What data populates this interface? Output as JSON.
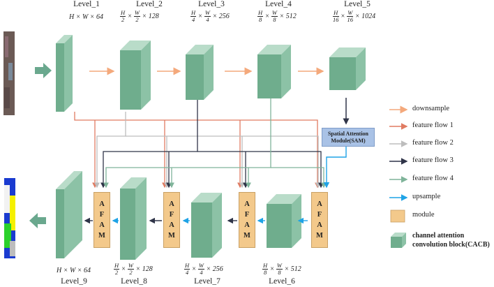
{
  "levels": {
    "l1": "Level_1",
    "l2": "Level_2",
    "l3": "Level_3",
    "l4": "Level_4",
    "l5": "Level_5",
    "l6": "Level_6",
    "l7": "Level_7",
    "l8": "Level_8",
    "l9": "Level_9"
  },
  "dims": {
    "d1": {
      "plain": "H × W × 64"
    },
    "d2": {
      "hn": "H",
      "hd": "2",
      "wn": "W",
      "wd": "2",
      "c": "× 128"
    },
    "d3": {
      "hn": "H",
      "hd": "4",
      "wn": "W",
      "wd": "4",
      "c": "× 256"
    },
    "d4": {
      "hn": "H",
      "hd": "8",
      "wn": "W",
      "wd": "8",
      "c": "× 512"
    },
    "d5": {
      "hn": "H",
      "hd": "16",
      "wn": "W",
      "wd": "16",
      "c": "× 1024"
    },
    "d9": {
      "plain": "H × W × 64"
    },
    "d8": {
      "hn": "H",
      "hd": "2",
      "wn": "W",
      "wd": "2",
      "c": "× 128"
    },
    "d7": {
      "hn": "H",
      "hd": "4",
      "wn": "W",
      "wd": "4",
      "c": "× 256"
    },
    "d6": {
      "hn": "H",
      "hd": "8",
      "wn": "W",
      "wd": "8",
      "c": "× 512"
    }
  },
  "module_letters": [
    "A",
    "F",
    "A",
    "M"
  ],
  "sam": {
    "line1": "Spatial Attention",
    "line2": "Module(SAM)"
  },
  "legend": {
    "downsample": "downsample",
    "flow1": "feature flow 1",
    "flow2": "feature flow 2",
    "flow3": "feature flow 3",
    "flow4": "feature flow 4",
    "upsample": "upsample",
    "module": "module",
    "cacb_line1": "channel attention",
    "cacb_line2": "convolution block(CACB)"
  },
  "colors": {
    "downsample": "#f4a97c",
    "flow1": "#e07b62",
    "flow2": "#bdbdbd",
    "flow3": "#2f3448",
    "flow4": "#7fb49a",
    "upsample": "#1fa3e6",
    "module": "#f3c98b",
    "block_front": "#6fad8d",
    "block_top": "#b9dcc9",
    "block_side": "#8cc2a6",
    "big_arrow": "#6aa88e"
  }
}
